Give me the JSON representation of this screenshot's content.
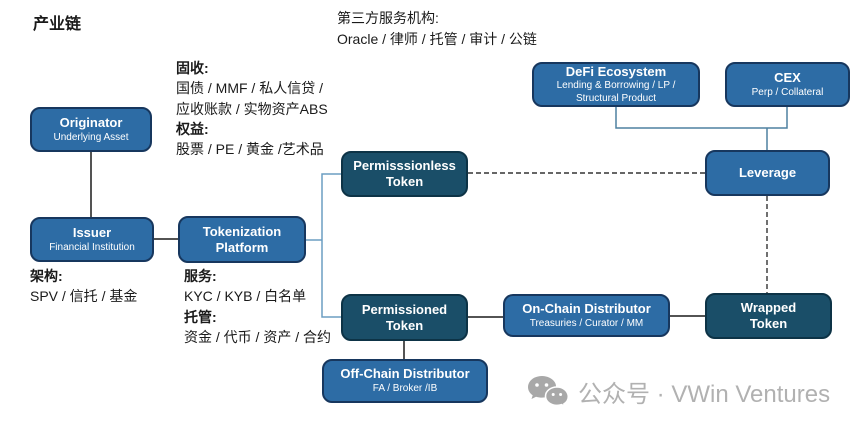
{
  "page": {
    "title": "产业链"
  },
  "third_party": {
    "heading": "第三方服务机构:",
    "items": "Oracle / 律师 / 托管 / 审计 / 公链"
  },
  "annotations": {
    "fixed_income": {
      "heading": "固收:",
      "text": "国债 / MMF / 私人信贷 / 应收账款 / 实物资产ABS",
      "heading2": "权益:",
      "text2": "股票 / PE / 黄金 /艺术品"
    },
    "structure": {
      "heading": "架构:",
      "text": "SPV / 信托 / 基金"
    },
    "services": {
      "heading": "服务:",
      "text": "KYC / KYB / 白名单",
      "heading2": "托管:",
      "text2": "资金 / 代币 / 资产 / 合约"
    }
  },
  "nodes": {
    "originator": {
      "title": "Originator",
      "subtitle": "Underlying Asset"
    },
    "issuer": {
      "title": "Issuer",
      "subtitle": "Financial Institution"
    },
    "tokenization": {
      "title": "Tokenization Platform"
    },
    "permissionless": {
      "title": "Permisssionless Token"
    },
    "permissioned": {
      "title": "Permissioned Token"
    },
    "offchain": {
      "title": "Off-Chain Distributor",
      "subtitle": "FA / Broker /IB"
    },
    "onchain": {
      "title": "On-Chain Distributor",
      "subtitle": "Treasuries / Curator / MM"
    },
    "wrapped": {
      "title": "Wrapped Token"
    },
    "leverage": {
      "title": "Leverage"
    },
    "defi": {
      "title": "DeFi Ecosystem",
      "subtitle": "Lending & Borrowing / LP / Structural Product"
    },
    "cex": {
      "title": "CEX",
      "subtitle": "Perp / Collateral"
    }
  },
  "watermark": {
    "icon": "wechat-icon",
    "text": "公众号 · VWin Ventures"
  },
  "colors": {
    "box_blue": "#2d6ca5",
    "box_blue_border": "#17375e",
    "box_teal": "#1a4e68",
    "box_teal_border": "#0d3346",
    "connector_light_blue": "#6b9dc2",
    "connector_teal": "#4e81a0",
    "connector_dark": "#1a1a1a",
    "watermark_gray": "#b1b1b1"
  }
}
